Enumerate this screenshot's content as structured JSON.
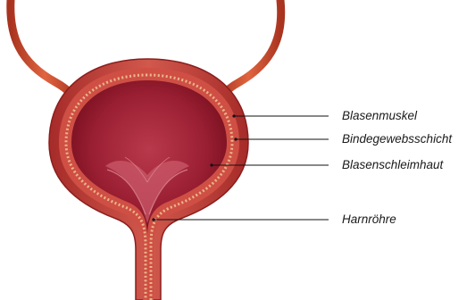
{
  "diagram": {
    "labels": {
      "muscle": "Blasenmuskel",
      "connective": "Bindegewebsschicht",
      "mucosa": "Blasenschleimhaut",
      "urethra": "Harnröhre"
    },
    "colors": {
      "outer_wall": "#b3302e",
      "muscle": "#d3544a",
      "connective_fibers": "#e9b48a",
      "mucosa_dark": "#7f1020",
      "mucosa_light": "#b8394a",
      "ureter": "#c9452e",
      "leader_line": "#111111"
    }
  }
}
